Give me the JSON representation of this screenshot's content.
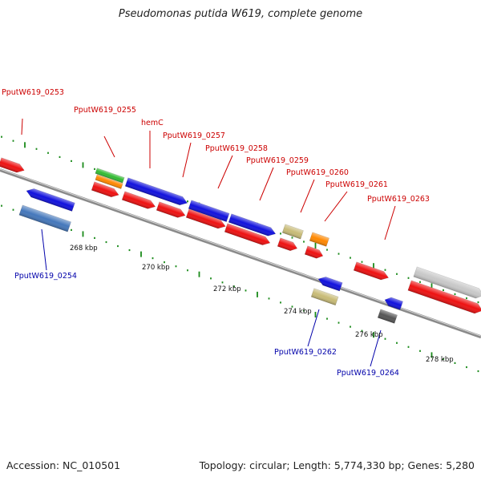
{
  "title": "Pseudomonas putida W619, complete genome",
  "footer": {
    "accession": "Accession: NC_010501",
    "topology": "Topology: circular; Length: 5,774,330 bp; Genes: 5,280"
  },
  "colors": {
    "forward_label": "#cc0000",
    "reverse_label": "#0000aa",
    "backbone": "#8a8a8a",
    "tick": "#1a8a1a",
    "red": "#ee1111",
    "blue": "#1111dd",
    "steel_blue": "#4477bb",
    "green": "#33bb33",
    "orange": "#ff8800",
    "khaki": "#c8bb77",
    "gray": "#555555",
    "light_gray": "#c8c8c8"
  },
  "kbp_labels": [
    "268 kbp",
    "270 kbp",
    "272 kbp",
    "274 kbp",
    "276 kbp",
    "278 kbp"
  ],
  "gene_labels_forward": [
    "PputW619_0253",
    "PputW619_0255",
    "hemC",
    "PputW619_0257",
    "PputW619_0258",
    "PputW619_0259",
    "PputW619_0260",
    "PputW619_0261",
    "PputW619_0263"
  ],
  "gene_labels_reverse": [
    "PputW619_0254",
    "PputW619_0262",
    "PputW619_0264"
  ]
}
